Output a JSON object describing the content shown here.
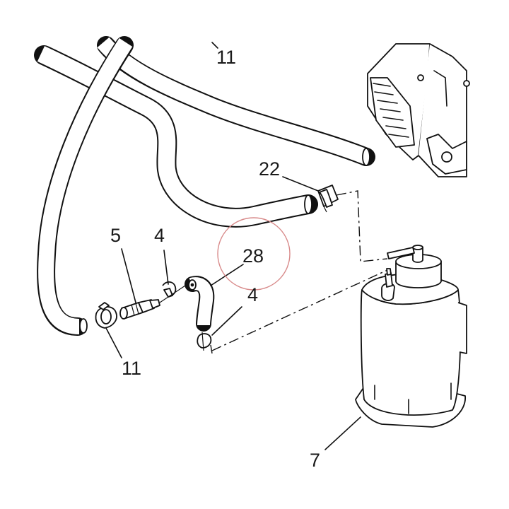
{
  "callouts": {
    "c11_top": "11",
    "c22": "22",
    "c28": "28",
    "c5": "5",
    "c4_upper": "4",
    "c4_lower": "4",
    "c11_bottom": "11",
    "c7": "7"
  },
  "colors": {
    "line": "#111111",
    "highlight_circle": "#d88a8a",
    "background": "#ffffff"
  }
}
